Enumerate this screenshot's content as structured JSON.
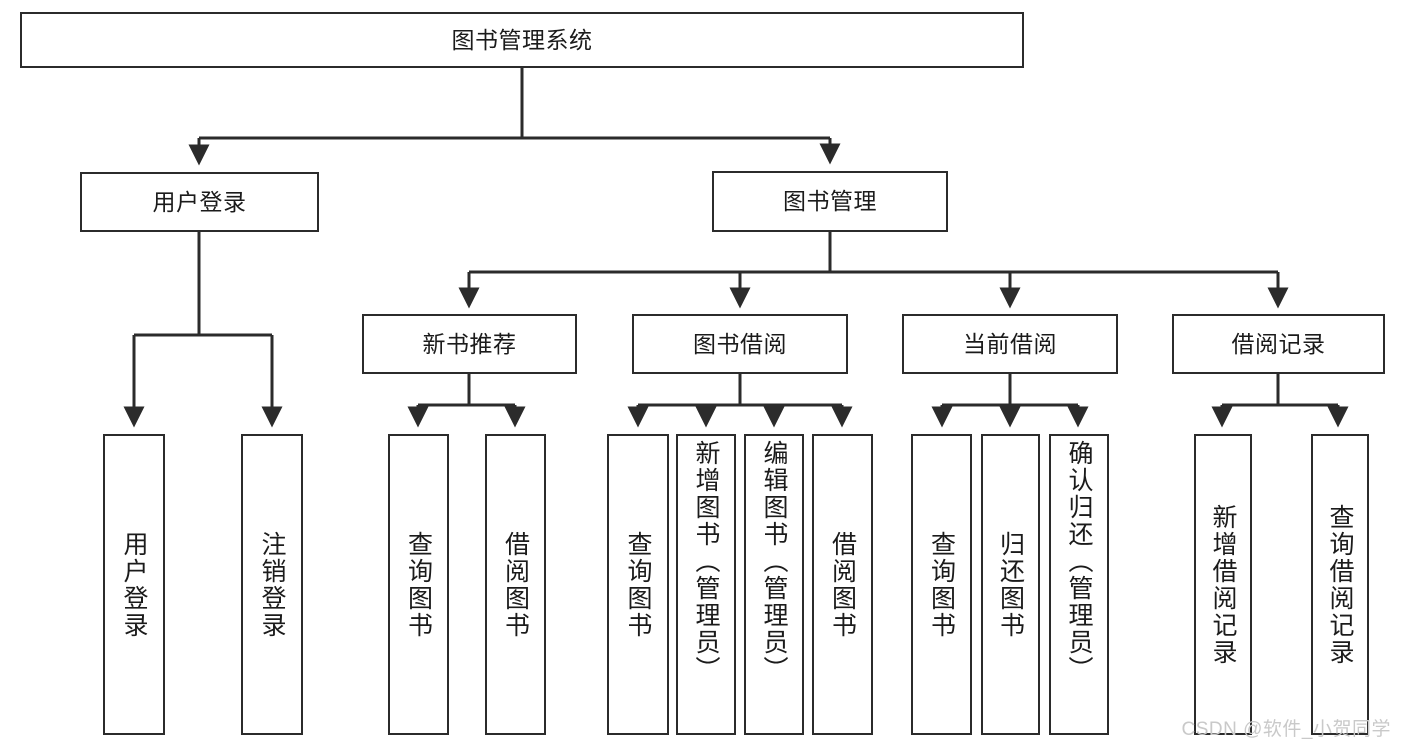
{
  "diagram": {
    "title": "图书管理系统",
    "watermark": "CSDN @软件_小贺同学",
    "edge_color": "#2b2b2b",
    "box_border_color": "#2b2b2b",
    "box_fill_color": "#ffffff",
    "text_color": "#1b1b1b"
  },
  "nodes": {
    "root": {
      "label": "图书管理系统"
    },
    "level2": [
      {
        "label": "用户登录"
      },
      {
        "label": "图书管理"
      }
    ],
    "level3": [
      {
        "label": "新书推荐"
      },
      {
        "label": "图书借阅"
      },
      {
        "label": "当前借阅"
      },
      {
        "label": "借阅记录"
      }
    ],
    "leaves_user_login": [
      {
        "label": "用户登录"
      },
      {
        "label": "注销登录"
      }
    ],
    "leaves_new_book": [
      {
        "label": "查询图书"
      },
      {
        "label": "借阅图书"
      }
    ],
    "leaves_borrow": [
      {
        "label": "查询图书"
      },
      {
        "label": "新增图书（管理员）"
      },
      {
        "label": "编辑图书（管理员）"
      },
      {
        "label": "借阅图书"
      }
    ],
    "leaves_current": [
      {
        "label": "查询图书"
      },
      {
        "label": "归还图书"
      },
      {
        "label": "确认归还（管理员）"
      }
    ],
    "leaves_record": [
      {
        "label": "新增借阅记录"
      },
      {
        "label": "查询借阅记录"
      }
    ]
  }
}
